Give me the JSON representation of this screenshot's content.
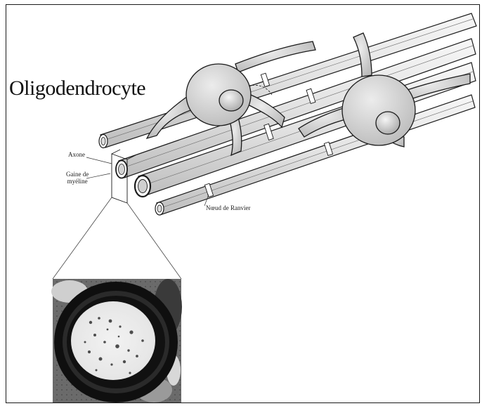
{
  "figure": {
    "title": "Oligodendrocyte",
    "labels": {
      "axone": "Axone",
      "gaine_line1": "Gaine de",
      "gaine_line2": "myéline",
      "noeud": "Nœud de Ranvier"
    }
  },
  "colors": {
    "ink": "#111111",
    "shade": "#cfcfcf",
    "cell_body": "#d6d6d6",
    "micrograph_dark": "#0f0f0f",
    "micrograph_light": "#ededed"
  }
}
